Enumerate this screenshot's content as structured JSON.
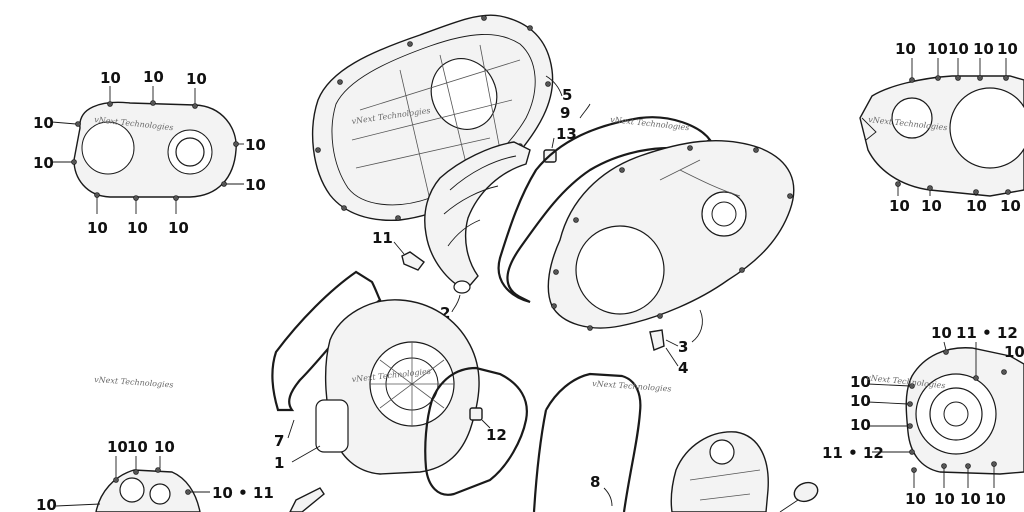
{
  "watermark": "vNext Technologies",
  "callouts": {
    "left_cover": [
      "10",
      "10",
      "10",
      "10",
      "10",
      "10",
      "10",
      "10",
      "10",
      "10"
    ],
    "right_cover_top": [
      "10",
      "10",
      "10",
      "10",
      "10"
    ],
    "right_cover_bottom": [
      "10",
      "10",
      "10",
      "10"
    ],
    "right_lower": {
      "top": [
        "10",
        "11 • 12",
        "10"
      ],
      "side": [
        "10",
        "10",
        "10",
        "11 • 12"
      ],
      "bottom": [
        "10",
        "10",
        "10",
        "10"
      ]
    },
    "bottom_left": {
      "top": [
        "10",
        "10",
        "10"
      ],
      "side": [
        "10",
        "10 • 11"
      ]
    },
    "main": {
      "p1": "1",
      "p2": "2",
      "p3": "3",
      "p4": "4",
      "p5": "5",
      "p7": "7",
      "p8": "8",
      "p9": "9",
      "p11": "11",
      "p12": "12",
      "p13": "13"
    }
  }
}
